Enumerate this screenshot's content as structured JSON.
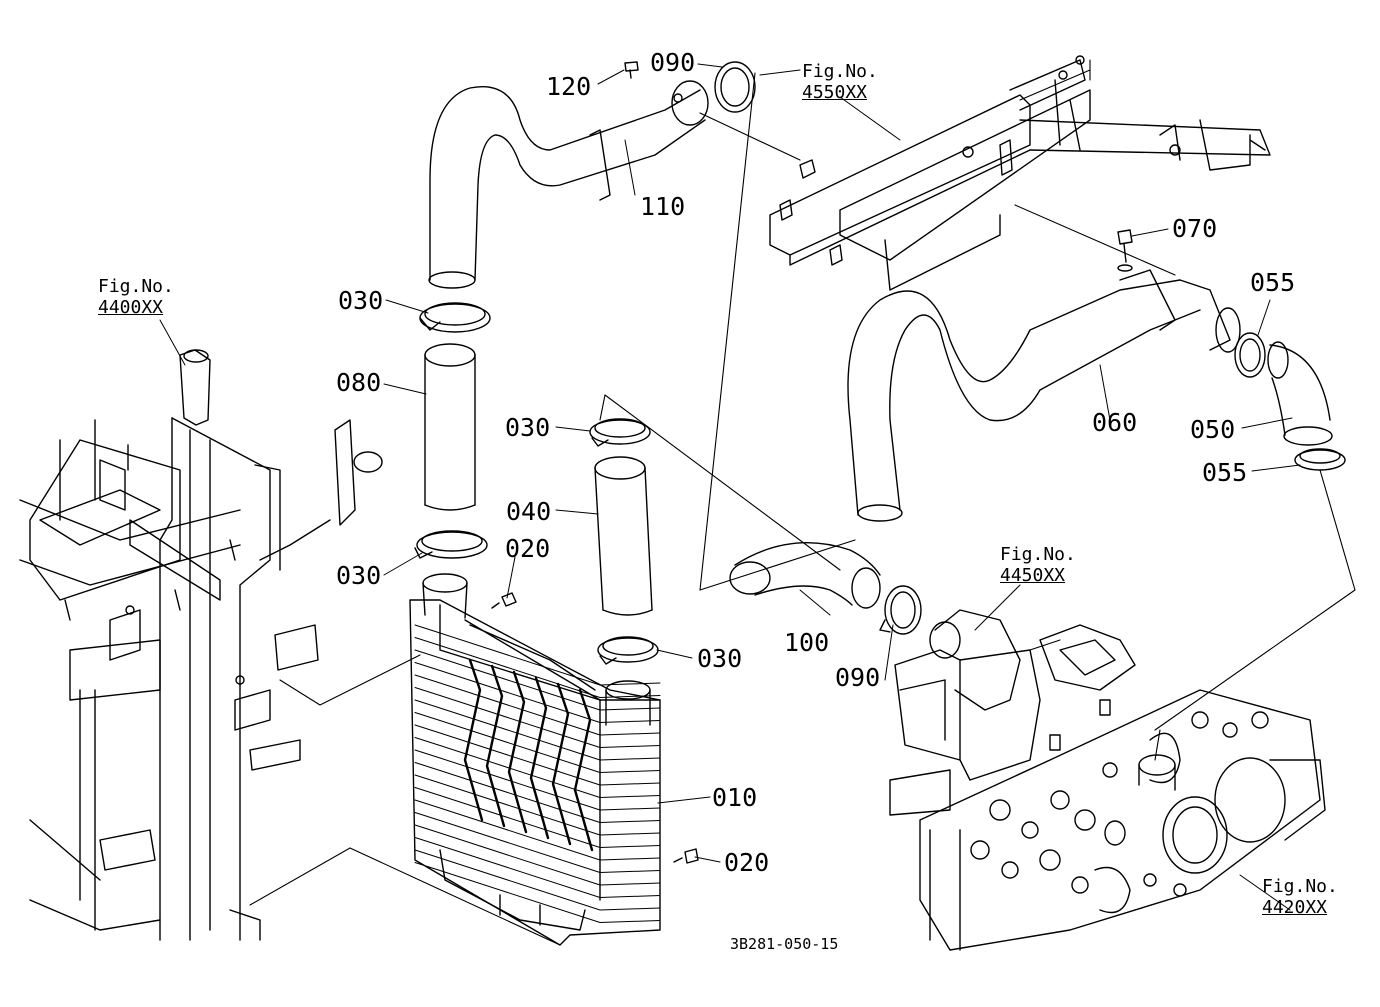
{
  "drawing_code": "3B281-050-15",
  "parts": [
    {
      "id": "p120",
      "label": "120"
    },
    {
      "id": "p090a",
      "label": "090"
    },
    {
      "id": "p110",
      "label": "110"
    },
    {
      "id": "p030a",
      "label": "030"
    },
    {
      "id": "p080",
      "label": "080"
    },
    {
      "id": "p030b",
      "label": "030"
    },
    {
      "id": "p040",
      "label": "040"
    },
    {
      "id": "p020a",
      "label": "020"
    },
    {
      "id": "p030c",
      "label": "030"
    },
    {
      "id": "p030d",
      "label": "030"
    },
    {
      "id": "p010",
      "label": "010"
    },
    {
      "id": "p020b",
      "label": "020"
    },
    {
      "id": "p100",
      "label": "100"
    },
    {
      "id": "p090b",
      "label": "090"
    },
    {
      "id": "p070",
      "label": "070"
    },
    {
      "id": "p055a",
      "label": "055"
    },
    {
      "id": "p060",
      "label": "060"
    },
    {
      "id": "p050",
      "label": "050"
    },
    {
      "id": "p055b",
      "label": "055"
    }
  ],
  "figure_refs": [
    {
      "id": "f4550",
      "caption": "Fig.No.",
      "number": "4550XX"
    },
    {
      "id": "f4400",
      "caption": "Fig.No.",
      "number": "4400XX"
    },
    {
      "id": "f4450",
      "caption": "Fig.No.",
      "number": "4450XX"
    },
    {
      "id": "f4420",
      "caption": "Fig.No.",
      "number": "4420XX"
    }
  ]
}
